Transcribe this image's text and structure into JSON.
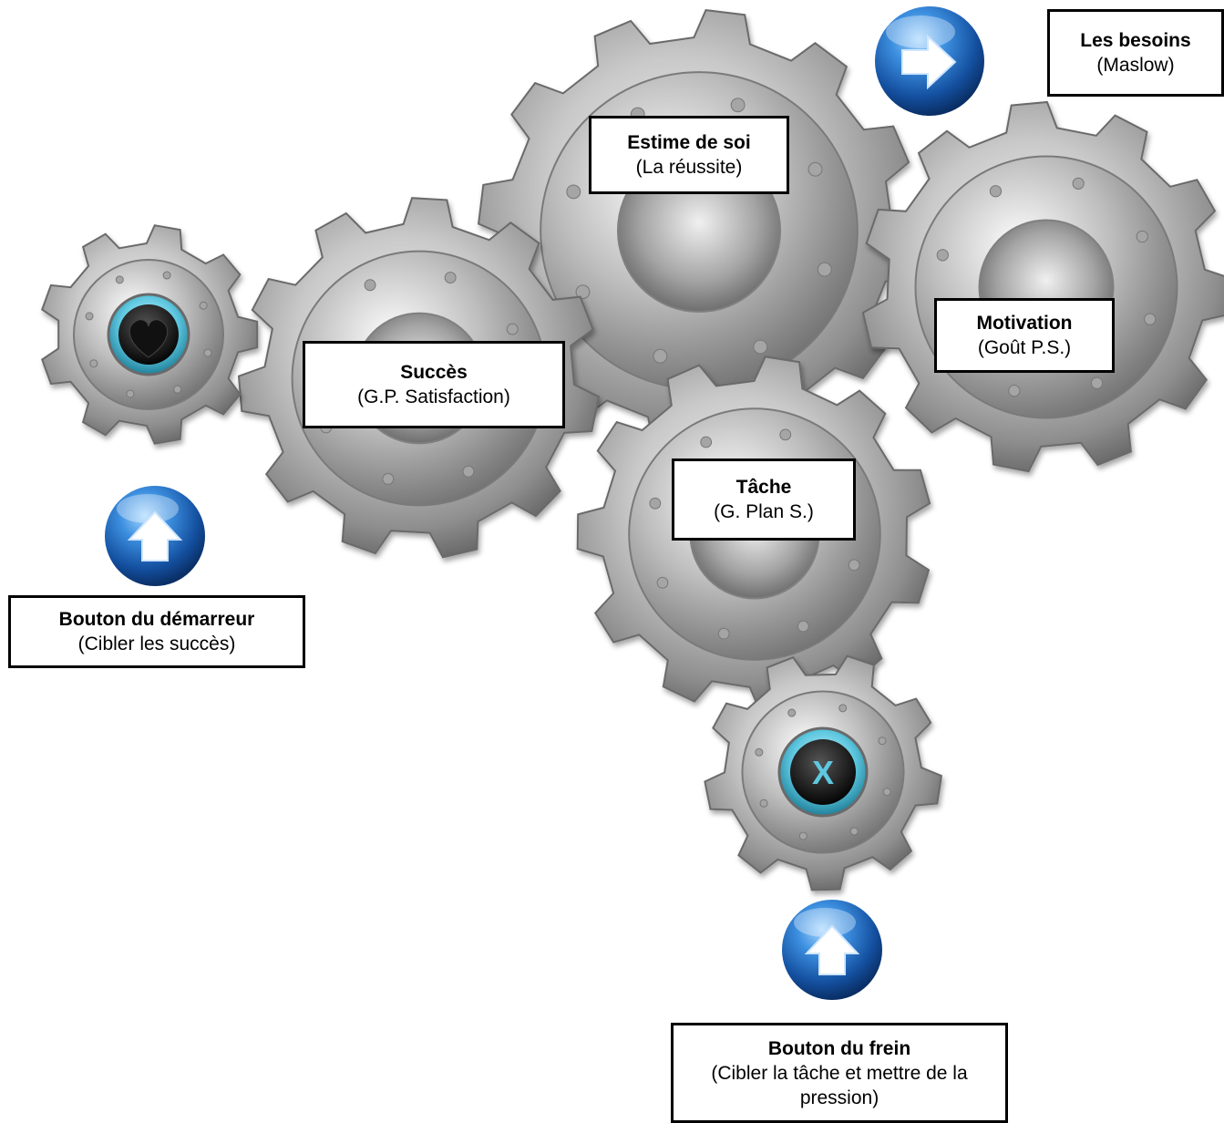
{
  "labels": {
    "besoins": {
      "title": "Les besoins",
      "sub": "(Maslow)"
    },
    "estime": {
      "title": "Estime de soi",
      "sub": "(La réussite)"
    },
    "motivation": {
      "title": "Motivation",
      "sub": "(Goût P.S.)"
    },
    "succes": {
      "title": "Succès",
      "sub": "(G.P. Satisfaction)"
    },
    "tache": {
      "title": "Tâche",
      "sub": "(G. Plan S.)"
    },
    "demarreur": {
      "title": "Bouton du démarreur",
      "sub": "(Cibler les succès)"
    },
    "frein": {
      "title": "Bouton du frein",
      "sub": "(Cibler la tâche et mettre de la pression)"
    }
  },
  "icons": {
    "heart_button": "heart-icon",
    "x_button": "x-icon",
    "x_glyph": "X",
    "arrow_right": "arrow-right-icon",
    "arrow_up": "arrow-up-icon"
  },
  "colors": {
    "gear_metal": "#b8b8b8",
    "button_blue": "#1f6fc4",
    "button_cyan_ring": "#5ec8e0",
    "label_border": "#000000"
  }
}
